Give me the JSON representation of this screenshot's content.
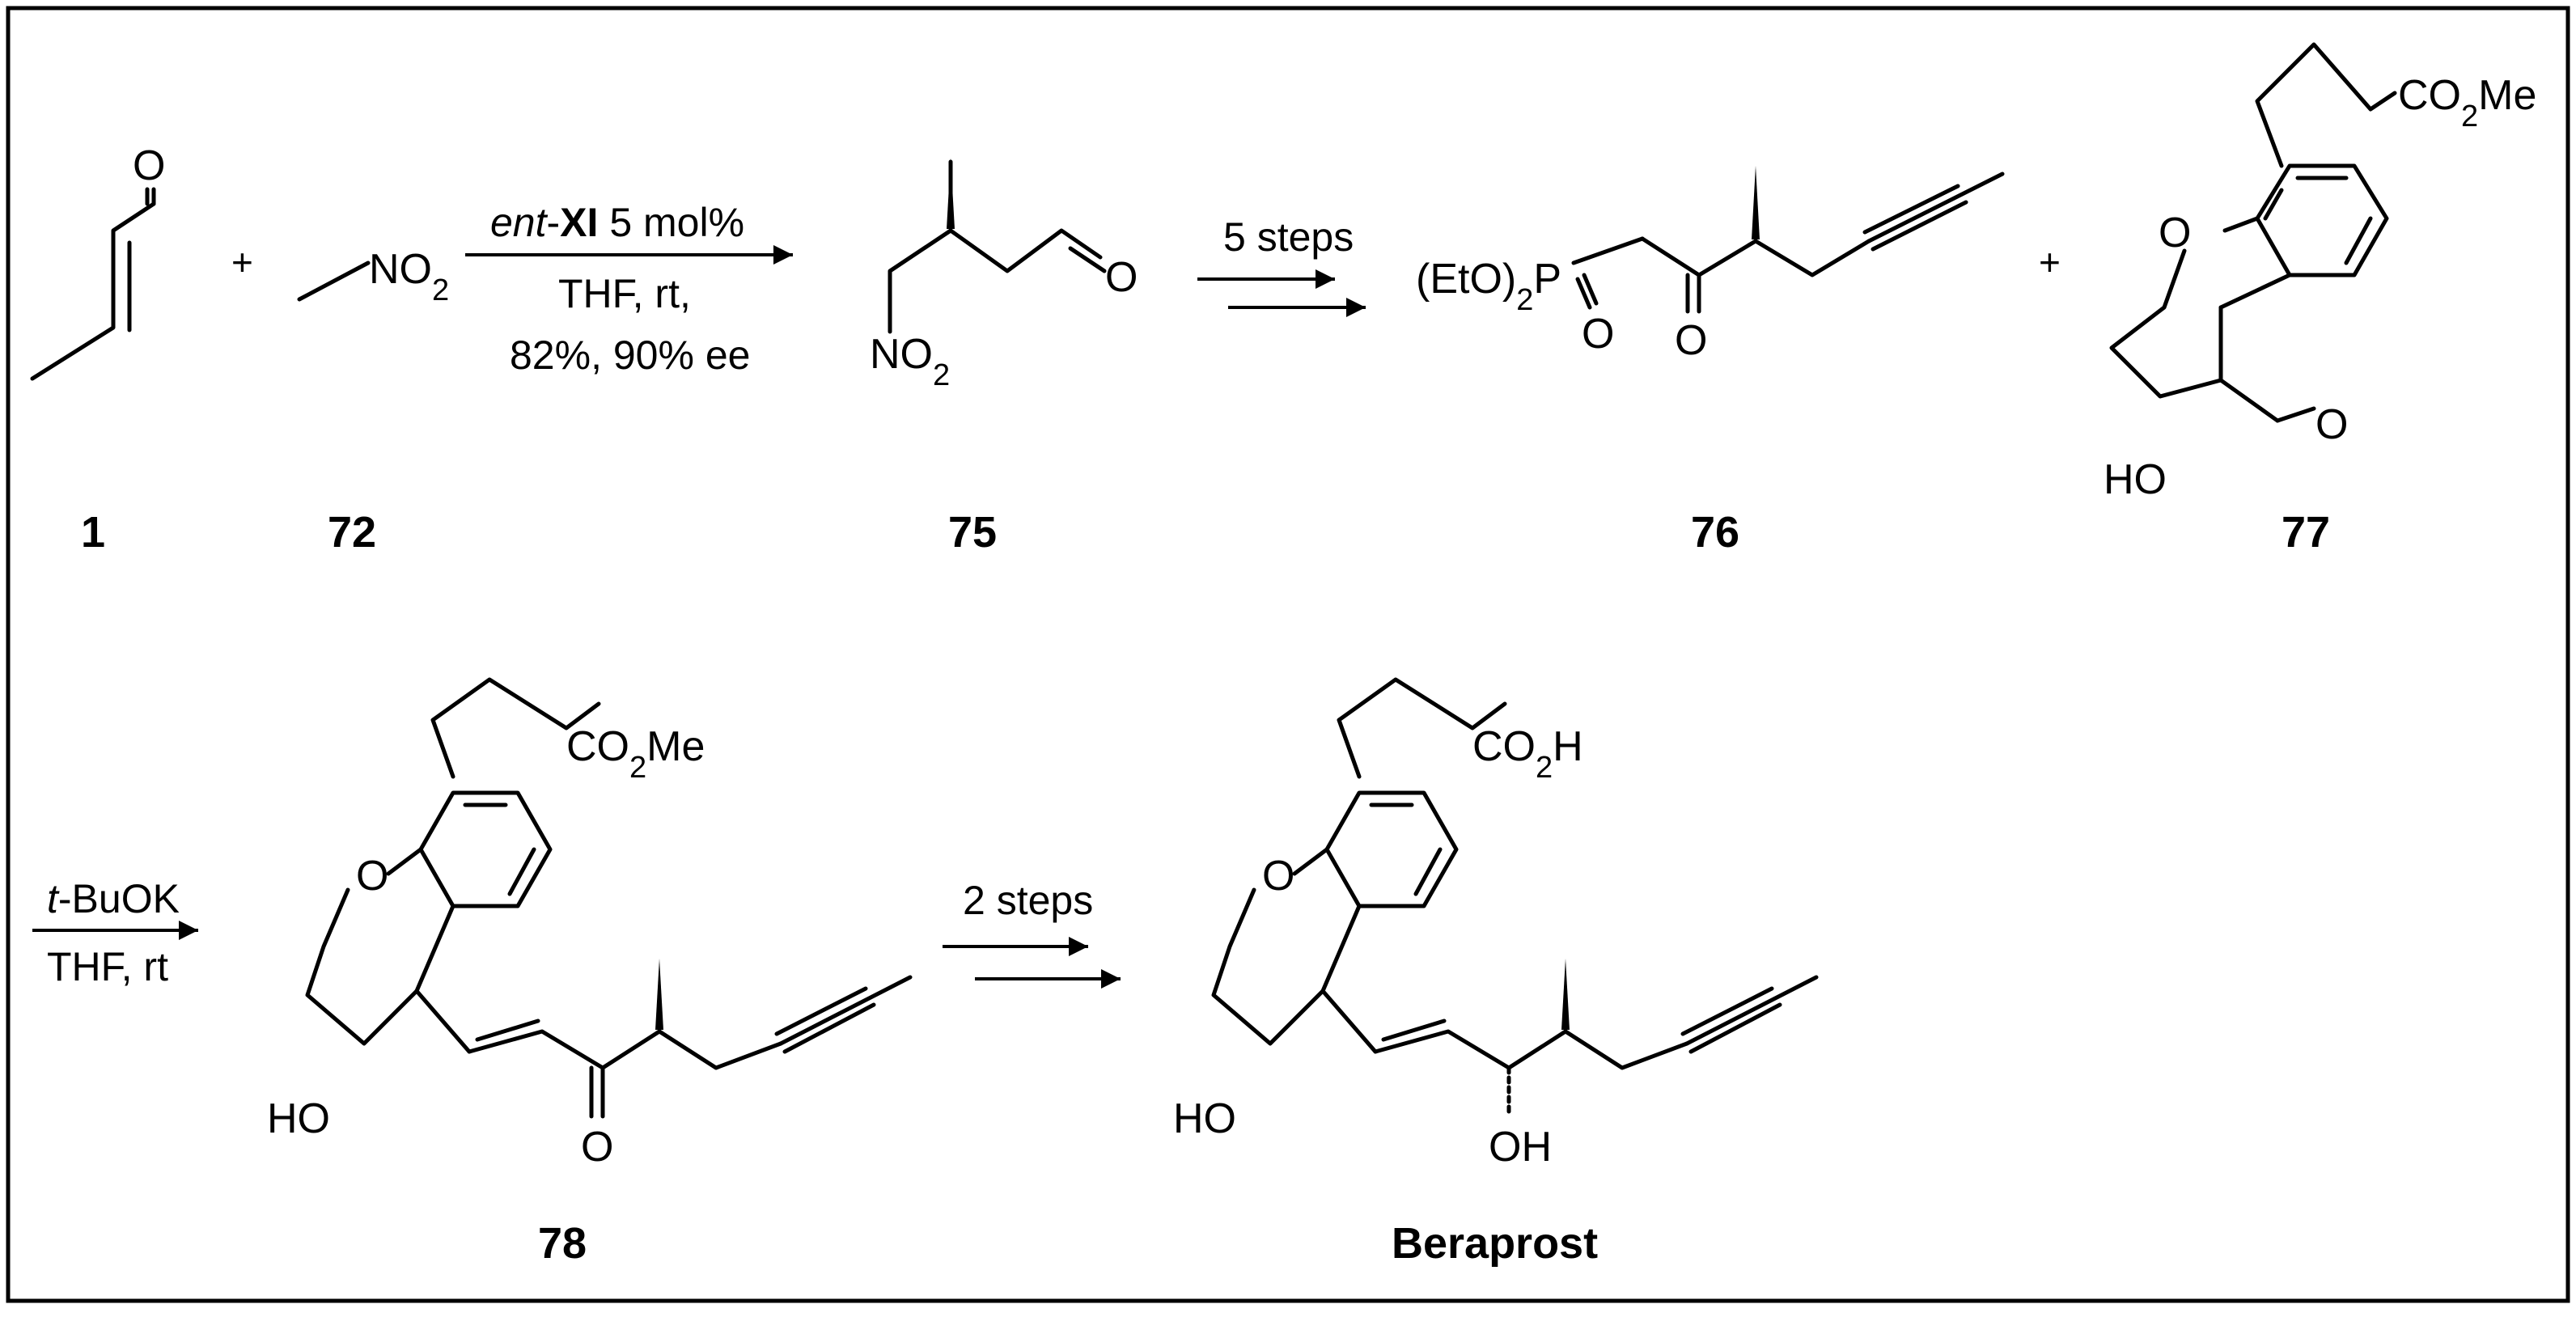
{
  "compounds": {
    "c1": {
      "label": "1",
      "atoms": {
        "o": "O"
      }
    },
    "c72": {
      "label": "72",
      "group": "NO2"
    },
    "c75": {
      "label": "75",
      "atoms": {
        "o": "O"
      },
      "group": "NO2"
    },
    "c76": {
      "label": "76",
      "atoms": {
        "o1": "O",
        "o2": "O"
      },
      "group": "(EtO)2P"
    },
    "c77": {
      "label": "77",
      "atoms": {
        "o_ring": "O",
        "o_ald": "O"
      },
      "group_ester": "CO2Me",
      "group_oh": "HO"
    },
    "c78": {
      "label": "78",
      "atoms": {
        "o_ring": "O",
        "o_ket": "O"
      },
      "group_ester": "CO2Me",
      "group_oh": "HO"
    },
    "beraprost": {
      "label": "Beraprost",
      "atoms": {
        "o_ring": "O"
      },
      "group_acid": "CO2H",
      "group_oh": "HO",
      "group_oh2": "OH"
    }
  },
  "plus_signs": [
    "+",
    "+"
  ],
  "reactions": {
    "r1": {
      "reagent_italic": "ent",
      "reagent_dash": "-",
      "reagent_bold": "XI",
      "reagent_tail": " 5 mol%",
      "line2": "THF, rt,",
      "line3": "82%, 90% ee"
    },
    "r2": {
      "line1": "5 steps"
    },
    "r3": {
      "reagent_italic": "t",
      "reagent_tail": "-BuOK",
      "line2": "THF, rt"
    },
    "r4": {
      "line1": "2 steps"
    }
  }
}
